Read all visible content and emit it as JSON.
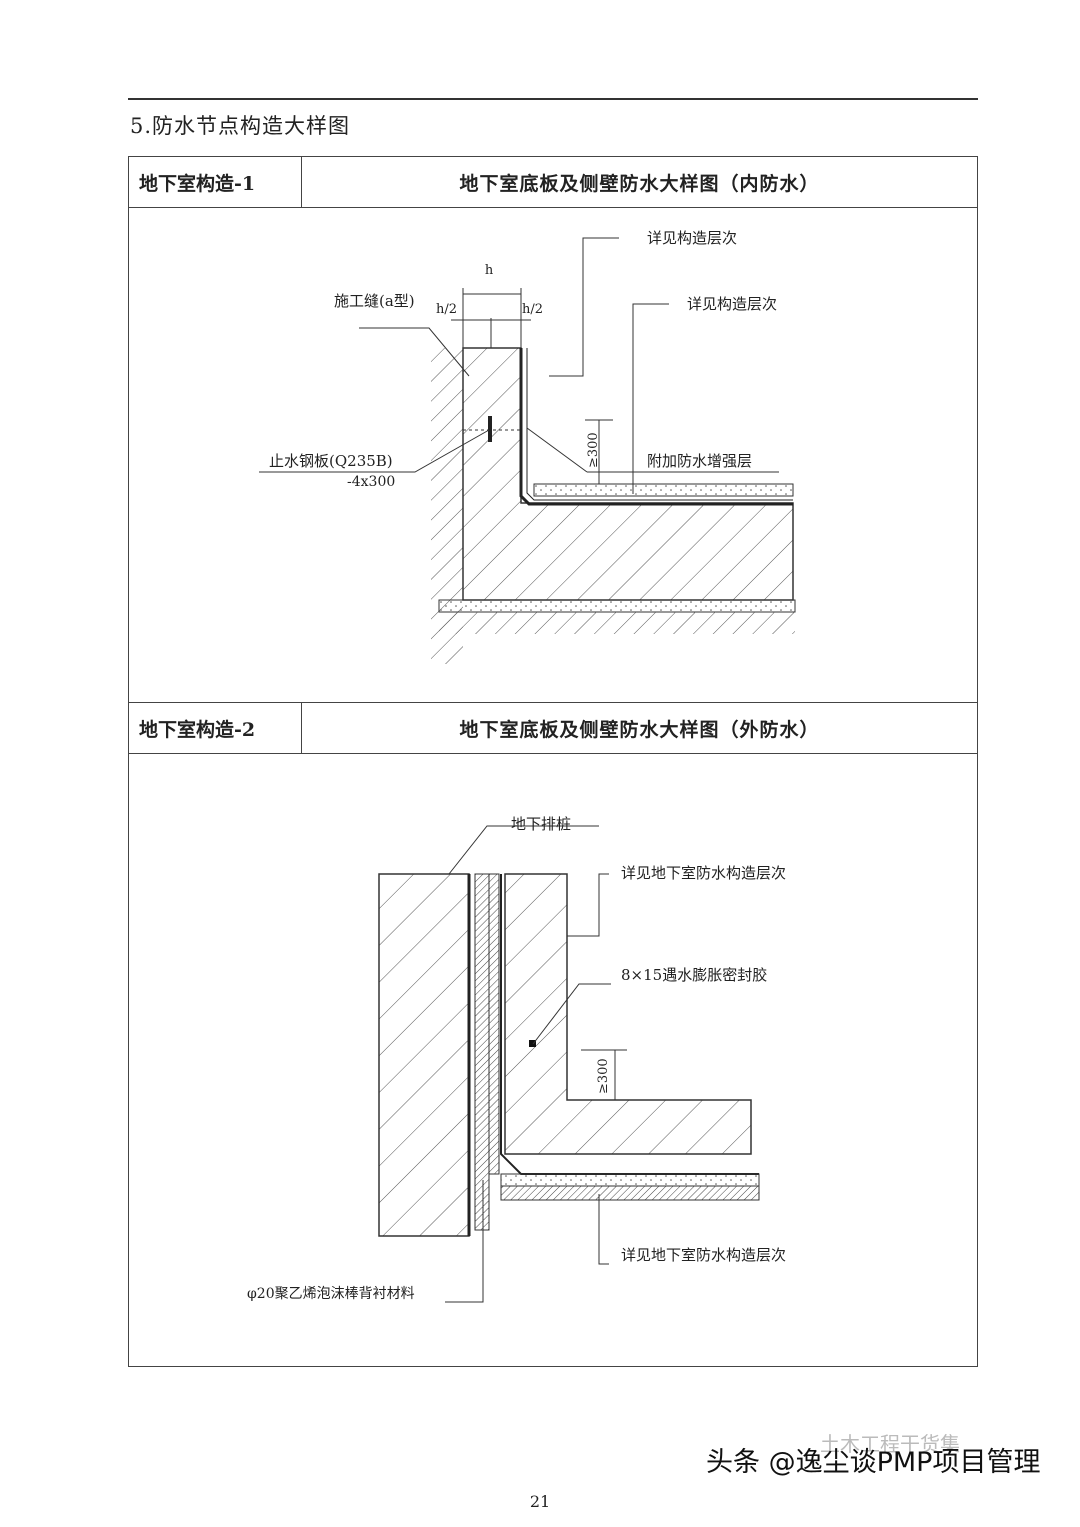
{
  "section_heading": "5.防水节点构造大样图",
  "rows": [
    {
      "label": "地下室构造-1",
      "title": "地下室底板及侧壁防水大样图（内防水）",
      "annotations": {
        "h": "h",
        "h_half_left": "h/2",
        "h_half_right": "h/2",
        "construction_joint": "施工缝(a型)",
        "steel_plate": "止水钢板(Q235B)",
        "steel_plate_size": "-4x300",
        "see_layers_1": "详见构造层次",
        "see_layers_2": "详见构造层次",
        "reinforcement_layer": "附加防水增强层",
        "min_300": "≥300"
      }
    },
    {
      "label": "地下室构造-2",
      "title": "地下室底板及侧壁防水大样图（外防水）",
      "annotations": {
        "piles": "地下排桩",
        "see_layers_top": "详见地下室防水构造层次",
        "sealant": "8×15遇水膨胀密封胶",
        "min_300": "≥300",
        "see_layers_bottom": "详见地下室防水构造层次",
        "foam_rod": "φ20聚乙烯泡沫棒背衬材料"
      }
    }
  ],
  "page_number": "21",
  "watermark": "头条 @逸尘谈PMP项目管理",
  "watermark_faint": "土木工程干货集"
}
